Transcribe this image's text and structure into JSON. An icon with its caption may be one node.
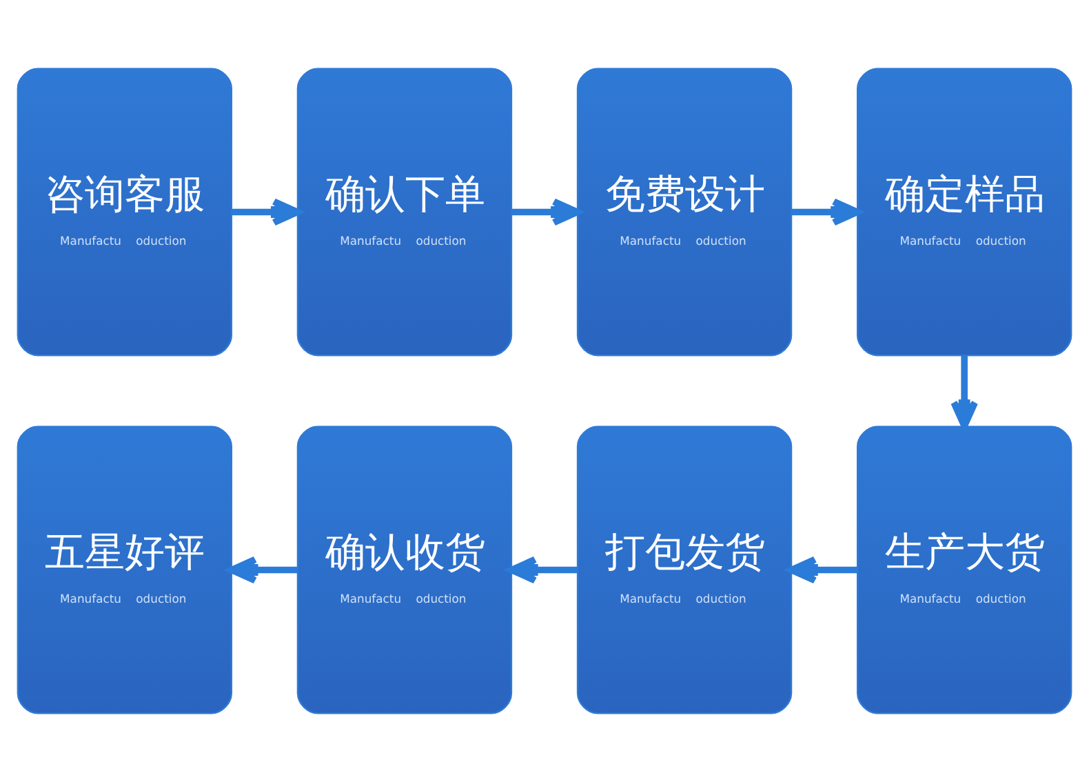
{
  "diagram": {
    "nodes": [
      {
        "text": [
          "咨询客服",
          "Manufactu",
          "oduction"
        ]
      },
      {
        "text": [
          "确认下单",
          "Manufactu",
          "oduction"
        ]
      },
      {
        "text": [
          "免费设计",
          "Manufactu",
          "oduction"
        ]
      },
      {
        "text": [
          "确定样品",
          "Manufactu",
          "oduction"
        ]
      },
      {
        "text": [
          "生产大货",
          "Manufactu",
          "oduction"
        ]
      },
      {
        "text": [
          "打包发货",
          "Manufactu",
          "oduction"
        ]
      },
      {
        "text": [
          "确认收货",
          "Manufactu",
          "oduction"
        ]
      },
      {
        "text": [
          "五星好评",
          "Manufactu",
          "oduction"
        ]
      }
    ],
    "edges": [
      {
        "from": 0,
        "to": 1,
        "arrow": "to"
      },
      {
        "from": 1,
        "to": 2,
        "arrow": "to"
      },
      {
        "from": 2,
        "to": 3,
        "arrow": "to"
      },
      {
        "from": 3,
        "to": 4,
        "arrow": "to"
      },
      {
        "from": 4,
        "to": 5,
        "arrow": "to"
      },
      {
        "from": 5,
        "to": 6,
        "arrow": "to"
      },
      {
        "from": 6,
        "to": 7,
        "arrow": "to"
      }
    ]
  }
}
